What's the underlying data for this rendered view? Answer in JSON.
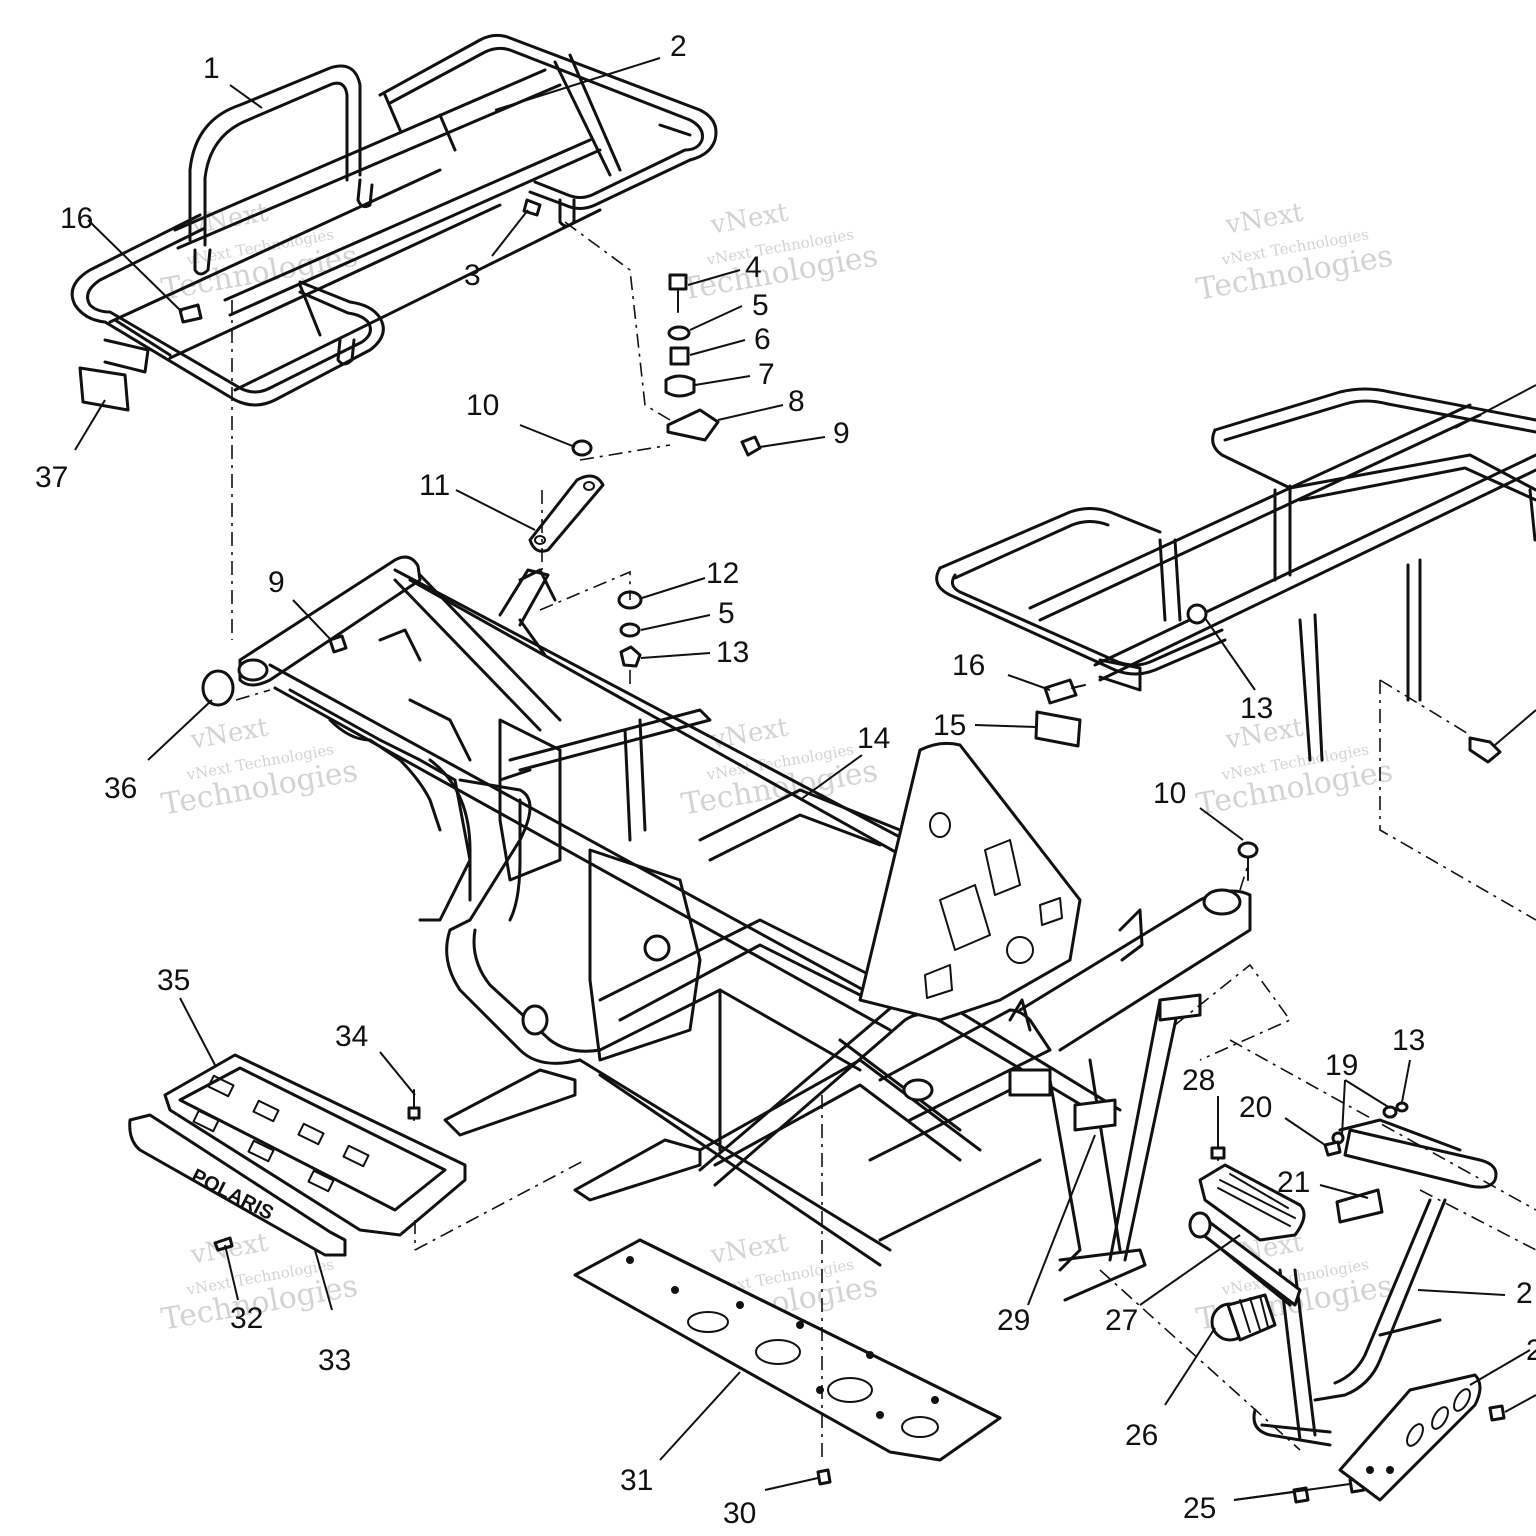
{
  "watermark": {
    "line1": "vNext",
    "line2": "vNext Technologies",
    "line3": "Technologies"
  },
  "callouts": {
    "c1": "1",
    "c2": "2",
    "c3": "3",
    "c4": "4",
    "c5a": "5",
    "c6": "6",
    "c7": "7",
    "c8": "8",
    "c9a": "9",
    "c10a": "10",
    "c11": "11",
    "c37": "37",
    "c16a": "16",
    "c9b": "9",
    "c12": "12",
    "c5b": "5",
    "c13a": "13",
    "c36": "36",
    "c14": "14",
    "c16b": "16",
    "c15": "15",
    "c13b": "13",
    "c10b": "10",
    "c35": "35",
    "c34": "34",
    "c32": "32",
    "c33": "33",
    "c31": "31",
    "c30": "30",
    "c29": "29",
    "c27": "27",
    "c28": "28",
    "c20": "20",
    "c19": "19",
    "c13c": "13",
    "c21": "21",
    "c26": "26",
    "c25": "25",
    "c22": "2",
    "c23": "2"
  },
  "footrest_logo": "POLARIS"
}
